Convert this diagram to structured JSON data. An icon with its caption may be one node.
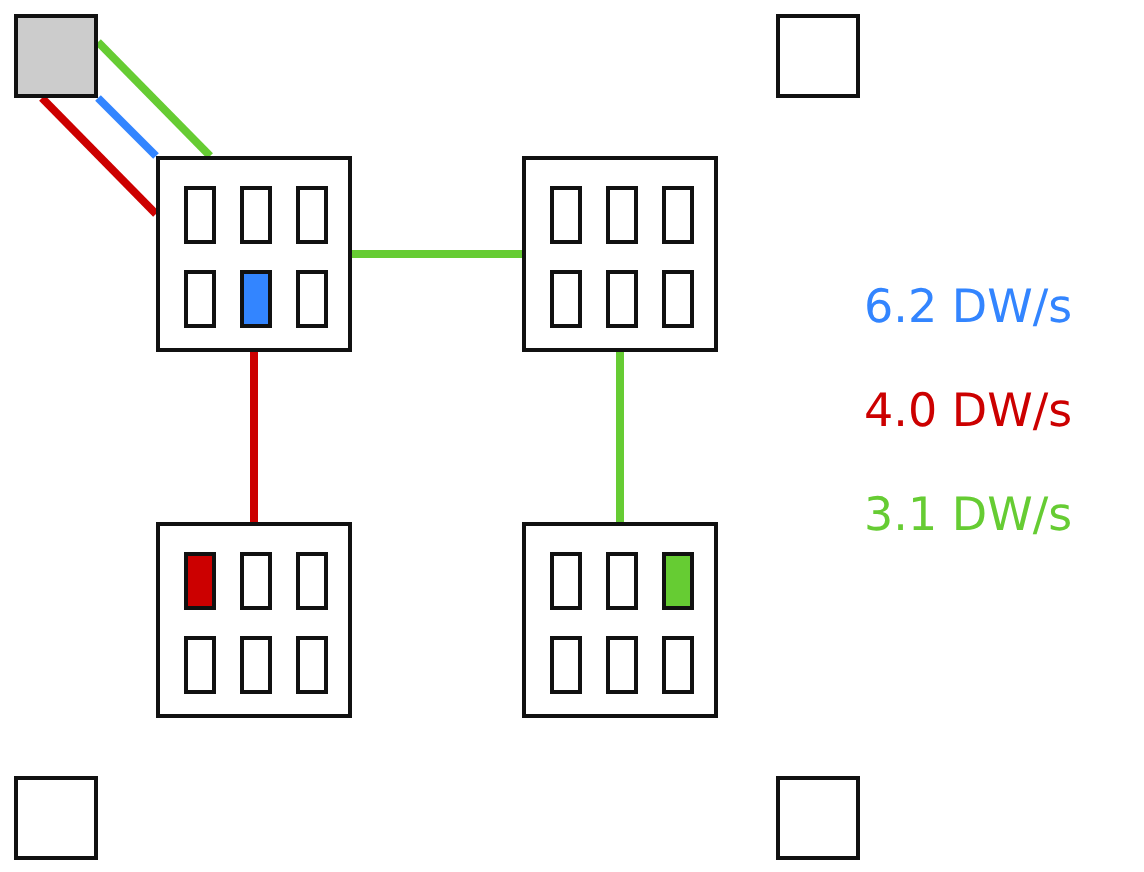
{
  "diagram": {
    "nodes": [
      {
        "text": [],
        "shape": "box"
      },
      {
        "text": [],
        "shape": "box"
      },
      {
        "text": [],
        "shape": "box"
      },
      {
        "text": [],
        "shape": "box",
        "in": 2
      },
      {
        "text": [],
        "shape": "box",
        "in": 2
      },
      {
        "text": [],
        "shape": "box",
        "in": 2
      },
      {
        "text": [],
        "shape": "box",
        "in": 2
      },
      {
        "text": [],
        "shape": "box",
        "in": 2
      },
      {
        "text": [],
        "shape": "box",
        "in": 2
      },
      {
        "text": [],
        "shape": "box"
      },
      {
        "text": [],
        "shape": "box",
        "in": 9
      },
      {
        "text": [],
        "shape": "box",
        "in": 9
      },
      {
        "text": [],
        "shape": "box",
        "in": 9
      },
      {
        "text": [],
        "shape": "box",
        "in": 9
      },
      {
        "text": [],
        "shape": "box",
        "in": 9
      },
      {
        "text": [],
        "shape": "box",
        "in": 9
      },
      {
        "text": [],
        "shape": "box"
      },
      {
        "text": [],
        "shape": "box",
        "in": 16
      },
      {
        "text": [],
        "shape": "box",
        "in": 16
      },
      {
        "text": [],
        "shape": "box",
        "in": 16
      },
      {
        "text": [],
        "shape": "box",
        "in": 16
      },
      {
        "text": [],
        "shape": "box",
        "in": 16
      },
      {
        "text": [],
        "shape": "box",
        "in": 16
      },
      {
        "text": [],
        "shape": "box"
      },
      {
        "text": [],
        "shape": "box",
        "in": 23
      },
      {
        "text": [],
        "shape": "box",
        "in": 23
      },
      {
        "text": [],
        "shape": "box",
        "in": 23
      },
      {
        "text": [],
        "shape": "box",
        "in": 23
      },
      {
        "text": [],
        "shape": "box",
        "in": 23
      },
      {
        "text": [],
        "shape": "box",
        "in": 23
      },
      {
        "text": [],
        "shape": "box"
      },
      {
        "text": [],
        "shape": "box"
      }
    ],
    "edges": [
      {
        "from": 0,
        "to": 2,
        "arrow": "none",
        "color": "#cc0000"
      },
      {
        "from": 0,
        "to": 2,
        "arrow": "none",
        "color": "#3385ff"
      },
      {
        "from": 0,
        "to": 2,
        "arrow": "none",
        "color": "#66cc33"
      },
      {
        "from": 2,
        "to": 9,
        "arrow": "none",
        "color": "#66cc33"
      },
      {
        "from": 2,
        "to": 16,
        "arrow": "none",
        "color": "#cc0000"
      },
      {
        "from": 9,
        "to": 23,
        "arrow": "none",
        "color": "#66cc33"
      }
    ],
    "legend": [
      {
        "text": "6.2 DW/s",
        "color": "#3385ff"
      },
      {
        "text": "4.0 DW/s",
        "color": "#cc0000"
      },
      {
        "text": "3.1 DW/s",
        "color": "#66cc33"
      }
    ]
  }
}
